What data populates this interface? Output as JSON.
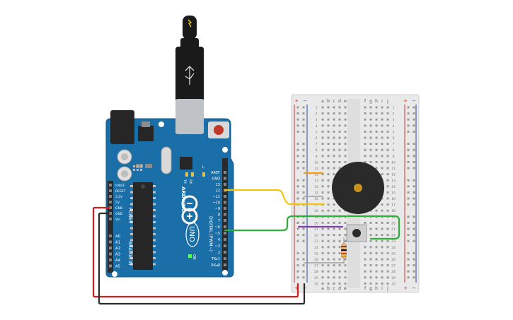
{
  "colors": {
    "board": "#1b6fa8",
    "board_edge": "#155a8a",
    "header": "#2b2b2b",
    "chip": "#262626",
    "usb_body": "#1a1a1a",
    "usb_metal": "#bfc3c7",
    "breadboard": "#e9e9e9",
    "rail_red": "#d32f2f",
    "rail_blue": "#1f4e9e",
    "hole": "#9a9a9a",
    "wire_red": "#d81b1b",
    "wire_black": "#2c2c2c",
    "wire_yellow": "#f2c40f",
    "wire_green": "#2eae3a",
    "wire_purple": "#7e3ea8",
    "wire_orange": "#f39c12",
    "wire_gray": "#9e9e9e",
    "buzzer": "#2a2a2a",
    "buzzer_center": "#c8901e",
    "led_green": "#5cff5c"
  },
  "board": {
    "name": "ARDUINO",
    "model": "UNO",
    "digital_label": "DIGITAL (PWM~)",
    "power_label": "POWER",
    "analog_label": "ANALOG IN",
    "on_label": "ON",
    "tx_label": "TX",
    "rx_label": "RX",
    "l_label": "L",
    "power_pins": [
      "IOREF",
      "RESET",
      "3.3V",
      "5V",
      "GND",
      "GND",
      "Vin"
    ],
    "analog_pins": [
      "A0",
      "A1",
      "A2",
      "A3",
      "A4",
      "A5"
    ],
    "digital_top": [
      "AREF",
      "GND",
      "13",
      "12",
      "~11",
      "~10",
      "~9",
      "8"
    ],
    "digital_bottom": [
      "7",
      "~6",
      "~5",
      "4",
      "~3",
      "2",
      "TX▸1",
      "RX◂0"
    ]
  },
  "breadboard": {
    "rail_plus": "+",
    "rail_minus": "−",
    "col_left": [
      "a",
      "b",
      "c",
      "d",
      "e"
    ],
    "col_right": [
      "f",
      "g",
      "h",
      "i",
      "j"
    ],
    "rows": [
      "1",
      "2",
      "3",
      "4",
      "5",
      "6",
      "7",
      "8",
      "9",
      "10",
      "11",
      "12",
      "13",
      "14",
      "15",
      "16",
      "17",
      "18",
      "19",
      "20",
      "21",
      "22",
      "23",
      "24",
      "25",
      "26",
      "27",
      "28",
      "29",
      "30"
    ]
  }
}
